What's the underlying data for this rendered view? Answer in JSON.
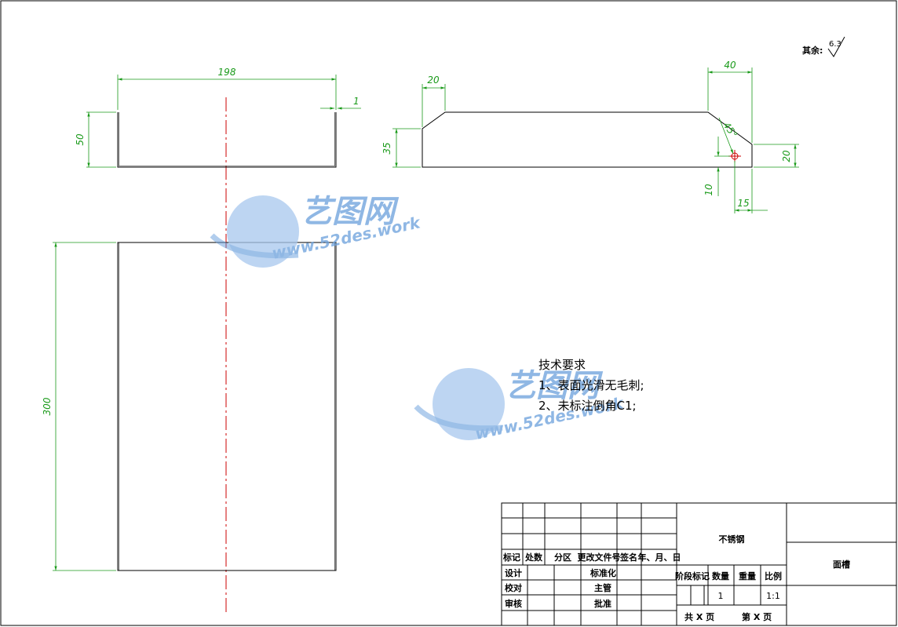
{
  "watermark": {
    "brand": "艺图网",
    "url": "www.52des.work"
  },
  "roughness": {
    "label": "其余:",
    "value": "6.3"
  },
  "dimensions": {
    "top_width": "198",
    "top_thickness": "1",
    "top_height": "50",
    "front_height": "300",
    "side_chamfer_left": "20",
    "side_left_height": "35",
    "side_top_right": "40",
    "side_angle": "45°",
    "side_right_height": "20",
    "side_hole_height": "10",
    "side_hole_offset": "15"
  },
  "tech_requirements": {
    "title": "技术要求",
    "items": [
      "1、表面光滑无毛刺;",
      "2、未标注倒角C1;"
    ]
  },
  "title_block": {
    "rev_headers": [
      "标记",
      "处数",
      "分区",
      "更改文件号",
      "签名",
      "年、月、日"
    ],
    "design": "设计",
    "standardize": "标准化",
    "check": "校对",
    "supervisor": "主管",
    "review": "审核",
    "approve": "批准",
    "material": "不锈钢",
    "part_name": "面槽",
    "stage_mark": "阶段标记",
    "quantity_label": "数量",
    "weight_label": "重量",
    "scale_label": "比例",
    "quantity": "1",
    "scale": "1:1",
    "total_sheets": "共  X  页",
    "sheet_no": "第  X  页"
  }
}
